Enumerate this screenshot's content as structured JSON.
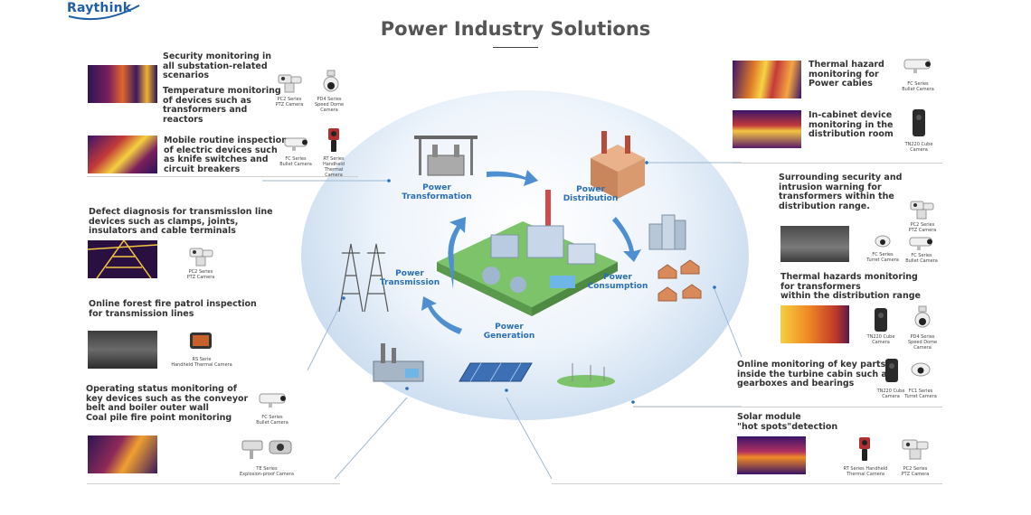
{
  "brand": {
    "logo_text": "Raythink"
  },
  "title": "Power Industry Solutions",
  "colors": {
    "accent": "#2a6fb5",
    "ellipse": "#c5d9ee",
    "thermal_hot": "#f4d03f",
    "thermal_mid": "#c0392b",
    "thermal_cold": "#2c1554"
  },
  "left_panels": [
    {
      "lines": [
        "Security monitoring in",
        "all substation-related",
        "scenarios"
      ]
    },
    {
      "lines": [
        "Temperature monitoring",
        "of devices such as",
        "transformers and",
        "reactors"
      ]
    },
    {
      "lines": [
        "Mobile routine inspection",
        "of electric devices such",
        "as knife switches and",
        "circuit breakers"
      ]
    },
    {
      "lines": [
        "Defect diagnosis for transmisslon line",
        "devices such as clamps, joints,",
        "insulators and cable terminals"
      ]
    },
    {
      "lines": [
        "Online forest fire patrol inspection",
        "for transmission lines"
      ]
    },
    {
      "lines": [
        "Operating status monitoring of",
        "key devices such as the conveyor",
        "belt and boiler outer wall",
        "Coal pile fire point monitoring"
      ]
    }
  ],
  "right_panels": [
    {
      "lines": [
        "Thermal hazard",
        "monitoring for",
        "Power cabies"
      ]
    },
    {
      "lines": [
        "In-cabinet device",
        "monitoring in the",
        "distribution room"
      ]
    },
    {
      "lines": [
        "Surrounding security and",
        "intrusion warning for",
        "transformers within the",
        "distribution range."
      ]
    },
    {
      "lines": [
        "Thermal hazards monitoring",
        "for transformers",
        "within the distribution range"
      ]
    },
    {
      "lines": [
        "Online monitoring of key parts",
        "inside the turbine cabin such as",
        "gearboxes and bearings"
      ]
    },
    {
      "lines": [
        "Solar module",
        "\"hot spots\"detection"
      ]
    }
  ],
  "cameras": {
    "pc2_ptz": [
      "PC2 Series",
      "PTZ Camera"
    ],
    "pd4_dome": [
      "PD4 Series",
      "Speed Dome Camera"
    ],
    "fc_bullet": [
      "FC Series",
      "Bullet Camera"
    ],
    "rt_handheld": [
      "RT Series",
      "Handheld Thermal",
      "Camera"
    ],
    "rs_handheld": [
      "RS Serie",
      "Handheld Thermal Camera"
    ],
    "te_explosion": [
      "TE Series",
      "Explosion-proof Camera"
    ],
    "tn220_cube": [
      "TN220 Cube",
      "Camera"
    ],
    "fc_turret": [
      "FC Series",
      "Turret Camera"
    ],
    "fc1_turret": [
      "FC1 Series",
      "Turret Camera"
    ],
    "rt_handheld_b": [
      "RT Series Handheld",
      "Thermal Camera"
    ]
  },
  "nodes": {
    "transformation": [
      "Power",
      "Transformation"
    ],
    "distribution": [
      "Power",
      "Distribution"
    ],
    "transmission": [
      "Power",
      "Transmission"
    ],
    "consumption": [
      "Power",
      "Consumption"
    ],
    "generation": [
      "Power",
      "Generation"
    ]
  }
}
